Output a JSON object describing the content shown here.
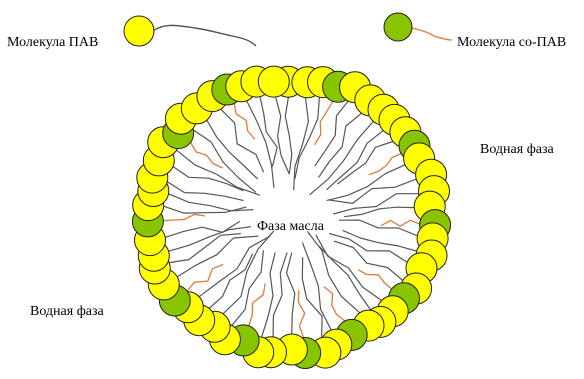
{
  "labels": {
    "surfactant_molecule": "Молекула ПАВ",
    "cosurfactant_molecule": "Молекула со-ПАВ",
    "water_phase_right": "Водная фаза",
    "water_phase_left": "Водная фаза",
    "oil_phase": "Фаза масла"
  },
  "colors": {
    "surfactant_head": "#ffff00",
    "cosurfactant_head": "#88c400",
    "head_outline": "#222222",
    "surfactant_tail": "#555555",
    "cosurfactant_tail": "#e07a3a",
    "background": "#ffffff"
  },
  "micelle": {
    "cosurfactant_positions": [
      3,
      9,
      14,
      19,
      23,
      26,
      30,
      35,
      40,
      46,
      50
    ]
  }
}
